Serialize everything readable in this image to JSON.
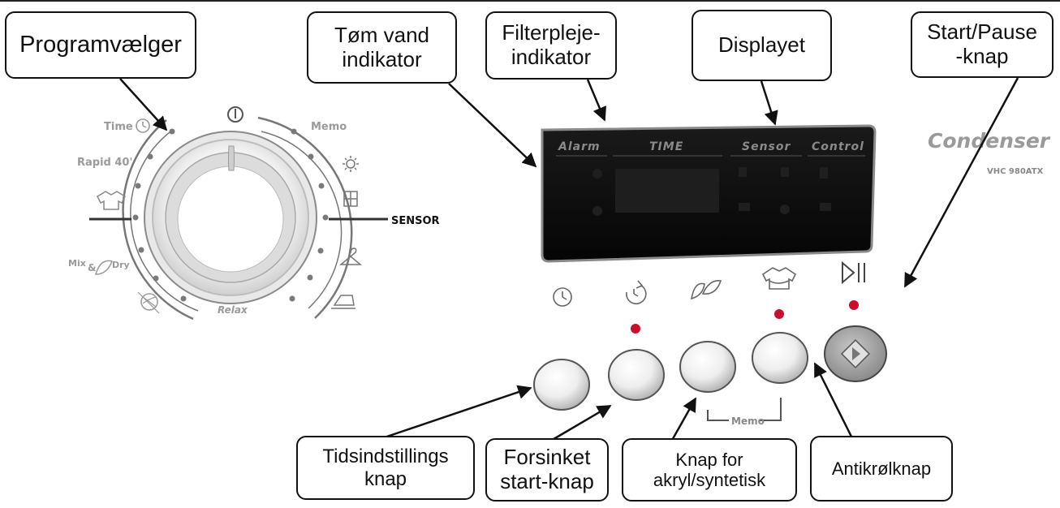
{
  "callouts": {
    "programvaelger": "Programvælger",
    "toem_vand": "Tøm vand\nindikator",
    "filterpleje": "Filterpleje-\nindikator",
    "displayet": "Displayet",
    "start_pause": "Start/Pause\n-knap",
    "tidsindstilling": "Tidsindstillings\nknap",
    "forsinket": "Forsinket\nstart-knap",
    "akryl": "Knap for\nakryl/syntetisk",
    "antikroel": "Antikrølknap"
  },
  "dial": {
    "time": "Time",
    "rapid": "Rapid 40'",
    "mix": "Mix",
    "dry": "Dry",
    "relax": "Relax",
    "memo": "Memo",
    "sensor": "SENSOR"
  },
  "display": {
    "alarm": "Alarm",
    "time": "TIME",
    "sensor": "Sensor",
    "control": "Control"
  },
  "brand": {
    "name": "Condenser",
    "model": "VHC 980ATX"
  },
  "buttons": {
    "memo_label": "Memo"
  },
  "colors": {
    "led_red": "#c8102e",
    "display_bg": "#0b0b0b",
    "label_grey": "#9a9a9a"
  }
}
